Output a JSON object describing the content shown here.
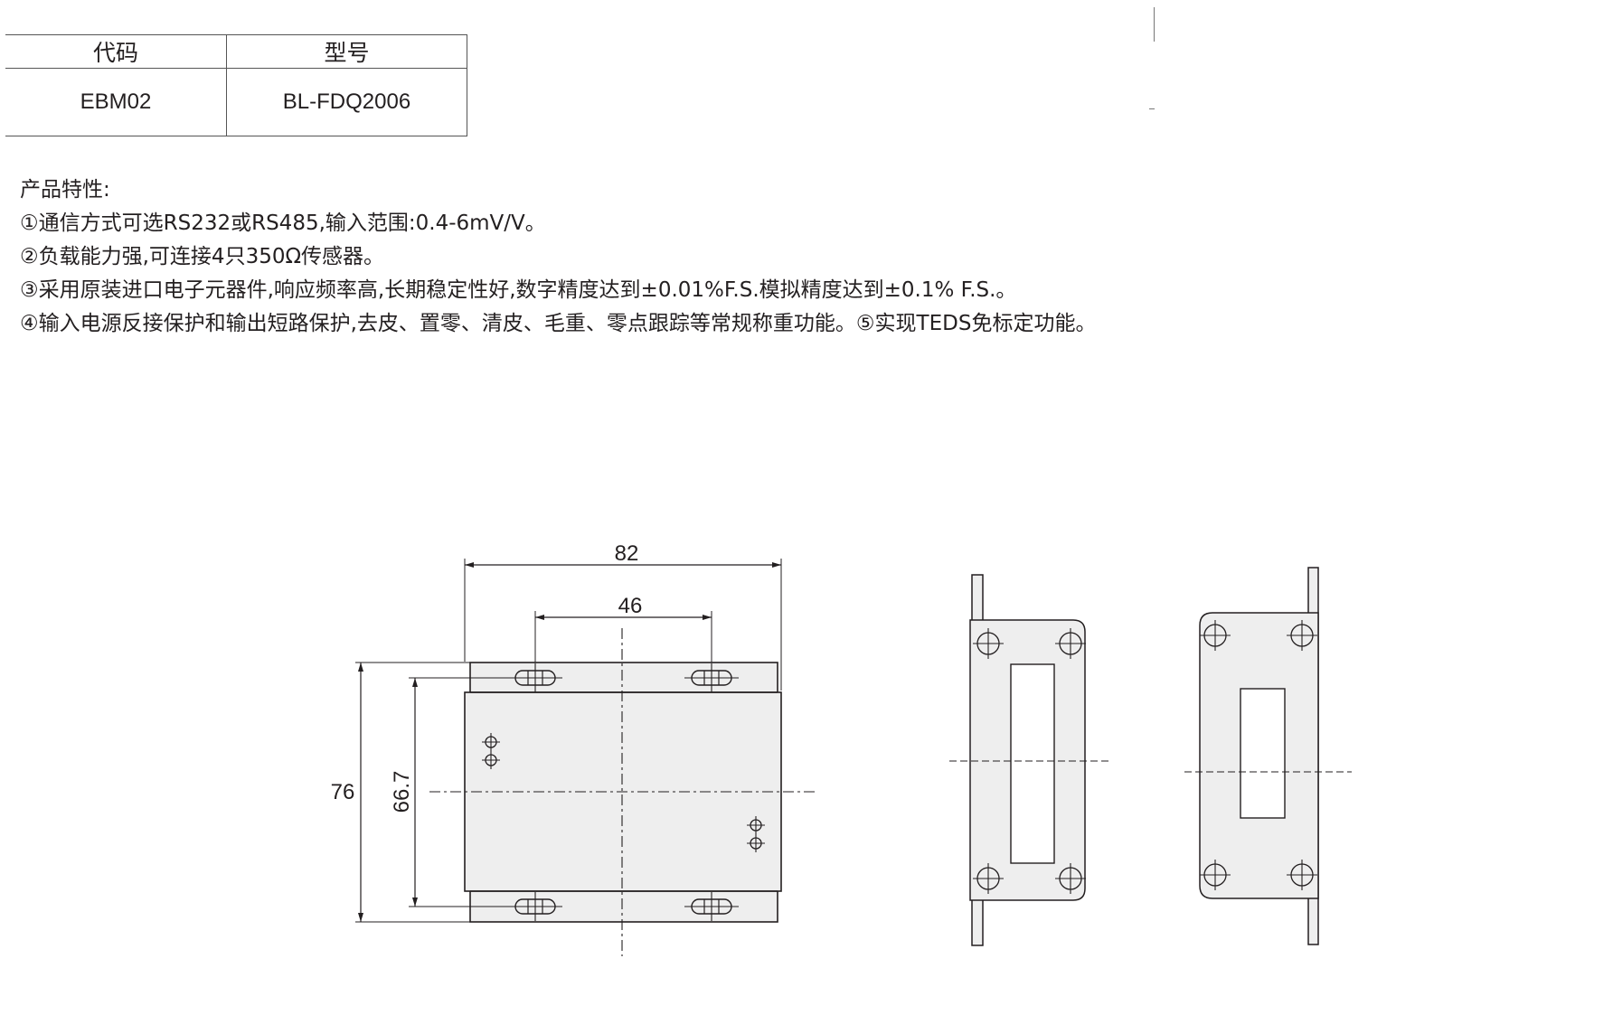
{
  "table": {
    "headers": [
      "代码",
      "型号"
    ],
    "rows": [
      [
        "EBM02",
        "BL-FDQ2006"
      ]
    ]
  },
  "features": {
    "title": "产品特性:",
    "items": [
      "①通信方式可选RS232或RS485,输入范围:0.4-6mV/V。",
      "②负载能力强,可连接4只350Ω传感器。",
      "③采用原装进口电子元器件,响应频率高,长期稳定性好,数字精度达到±0.01%F.S.模拟精度达到±0.1% F.S.。",
      "④输入电源反接保护和输出短路保护,去皮、置零、清皮、毛重、零点跟踪等常规称重功能。⑤实现TEDS免标定功能。"
    ]
  },
  "dimensions": {
    "overall_width": "82",
    "hole_spacing": "46",
    "overall_height": "76",
    "inner_height": "66.7"
  },
  "colors": {
    "body_fill": "#eeeeee",
    "line": "#231f20",
    "text": "#231f20"
  }
}
